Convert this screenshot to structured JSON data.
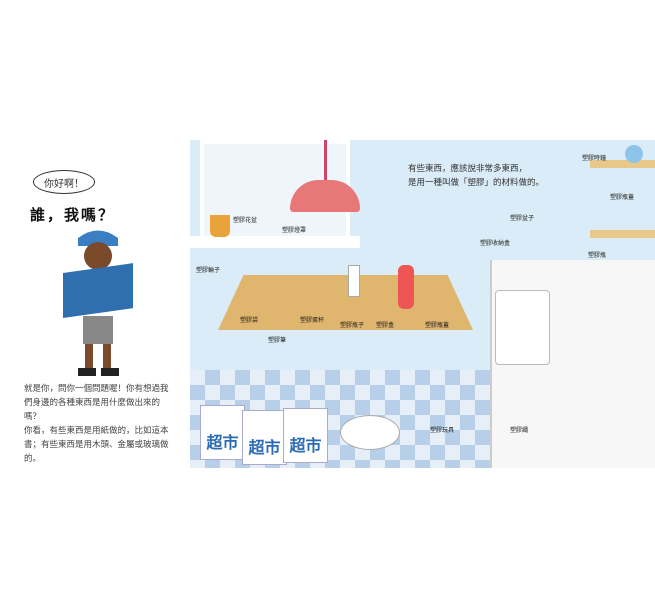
{
  "left_page": {
    "speech_bubble": "你好啊！",
    "title": "誰，我嗎？",
    "paragraph1": "就是你，問你一個問題喔！你有想過我們身邊的各種東西是用什麼做出來的嗎？",
    "paragraph2": "你看，有些東西是用紙做的，比如這本書；有些東西是用木頭、金屬或玻璃做的。"
  },
  "right_page": {
    "intro": [
      "有些東西，應該說非常多東西，",
      "是用一種叫做「塑膠」的材料做的。"
    ],
    "bag_text": "超市",
    "labels": [
      "塑膠時鐘",
      "塑膠瓶蓋",
      "塑膠盆子",
      "塑膠收納盒",
      "塑膠瓶",
      "塑膠花盆",
      "塑膠燈罩",
      "塑膠輪子",
      "塑膠袋",
      "塑膠蛋杯",
      "塑膠瓶子",
      "塑膠盒",
      "塑膠瓶蓋",
      "塑膠筆",
      "塑膠玩具",
      "塑膠繩"
    ]
  },
  "colors": {
    "scene_bg": "#d9ecf7",
    "lamp": "#e87777",
    "table": "#e0b56e",
    "bag_text": "#2a6bb3"
  }
}
